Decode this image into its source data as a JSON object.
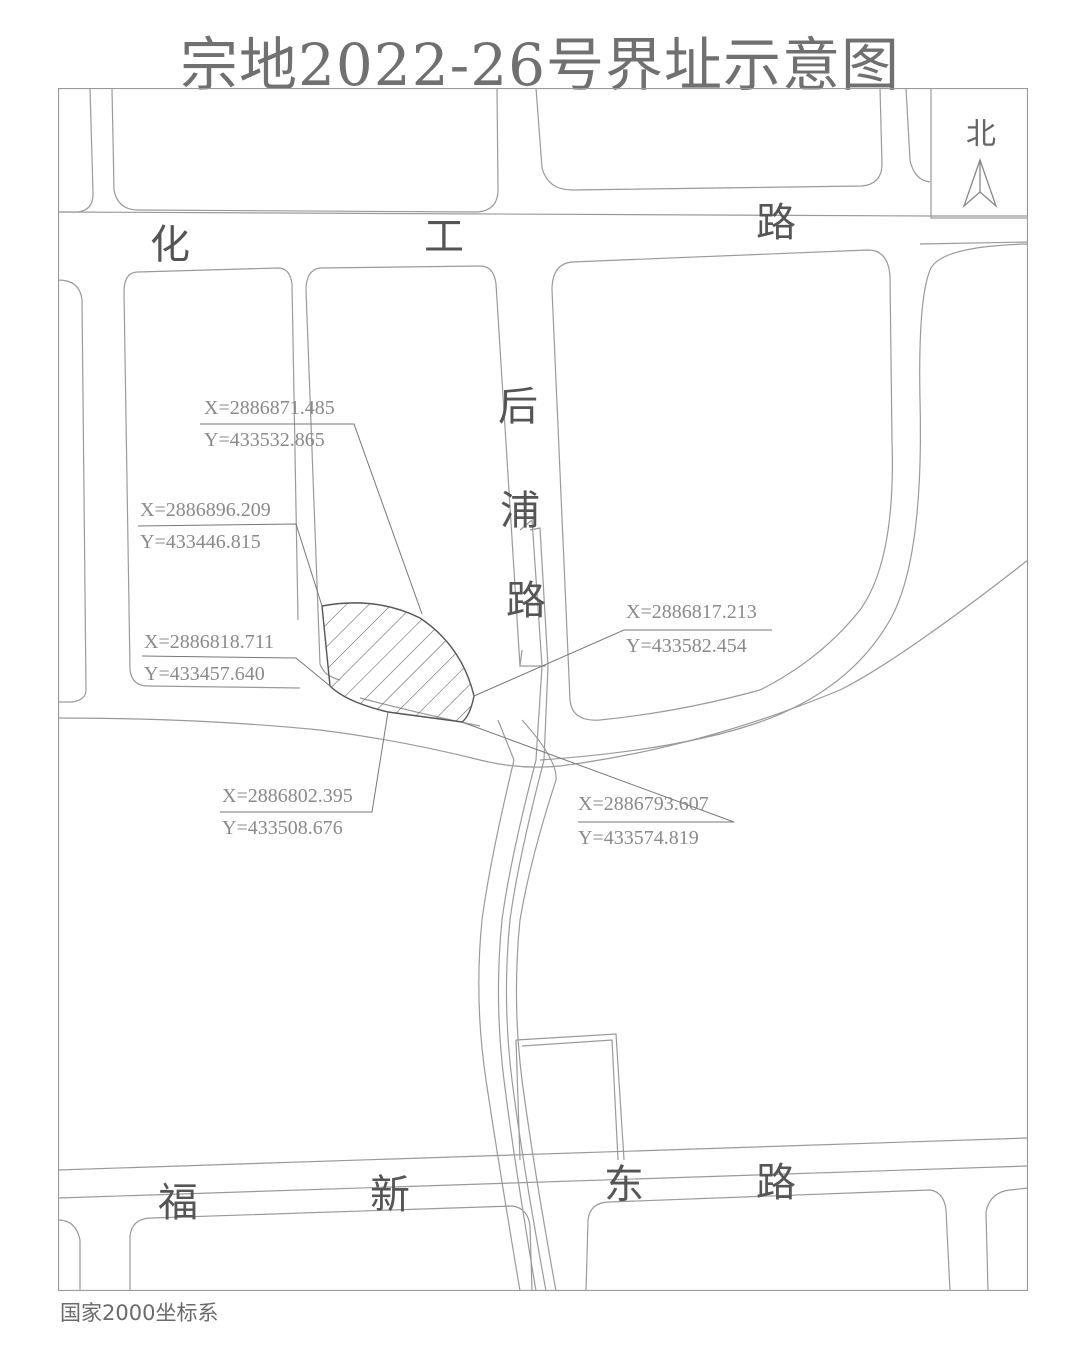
{
  "title": "宗地2022-26号界址示意图",
  "north": {
    "label": "北",
    "icon": "north-arrow-icon"
  },
  "coordinate_system": "国家2000坐标系",
  "roads": {
    "huagong_road": [
      "化",
      "工",
      "路"
    ],
    "houpu_road": [
      "后",
      "浦",
      "路"
    ],
    "fuxindong_road": [
      "福",
      "新",
      "东",
      "路"
    ]
  },
  "boundary_points": [
    {
      "x": "X=2886871.485",
      "y": "Y=433532.865"
    },
    {
      "x": "X=2886896.209",
      "y": "Y=433446.815"
    },
    {
      "x": "X=2886818.711",
      "y": "Y=433457.640"
    },
    {
      "x": "X=2886817.213",
      "y": "Y=433582.454"
    },
    {
      "x": "X=2886802.395",
      "y": "Y=433508.676"
    },
    {
      "x": "X=2886793.607",
      "y": "Y=433574.819"
    }
  ],
  "colors": {
    "line": "#9a9a9a",
    "text": "#6e6e6e",
    "hatch": "#666666"
  }
}
